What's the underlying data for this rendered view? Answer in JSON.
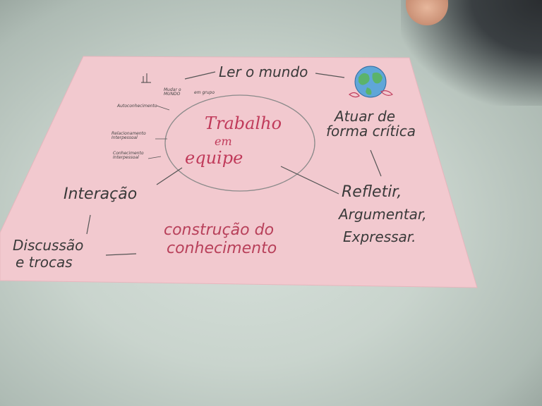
{
  "poster": {
    "center": {
      "line1": "Trabalho",
      "line2": "em",
      "line3": "equipe"
    },
    "ler_mundo": "Ler o mundo",
    "atuar": {
      "line1": "Atuar de",
      "line2": "forma crítica"
    },
    "refletir": {
      "line1": "Refletir,",
      "line2": "Argumentar,",
      "line3": "Expressar."
    },
    "construcao": {
      "line1": "construção do",
      "line2": "conhecimento"
    },
    "discussao": {
      "line1": "Discussão",
      "line2": "e trocas"
    },
    "interacao": "Interação",
    "small_labels": {
      "mudar_mundo": "Mudar o MUNDO",
      "em_grupo": "em grupo",
      "autoconhecimento": "Autoconhecimento",
      "relacionamento": "Relacionamento Interpessoal",
      "conhecimento": "Conhecimento Interpessoal"
    }
  },
  "colors": {
    "poster": "#f2c9cf",
    "table": "#cdd7d0",
    "ink_red": "#c03a5a",
    "ink_gray": "#3a3a3a"
  },
  "icons": [
    "globe-icon"
  ]
}
